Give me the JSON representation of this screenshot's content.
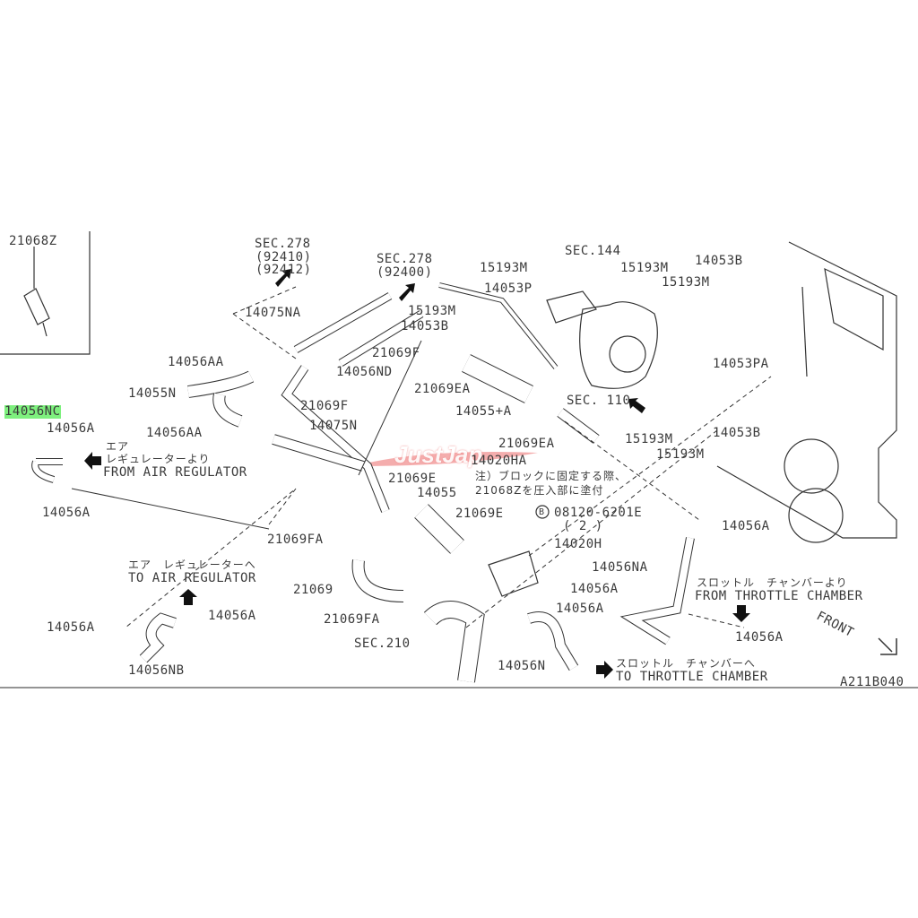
{
  "inset": {
    "part": "21068Z"
  },
  "labels": {
    "sec278a": "SEC.278",
    "sec278a_1": "(92410)",
    "sec278a_2": "(92412)",
    "sec278b": "SEC.278",
    "sec278b_1": "(92400)",
    "sec144": "SEC.144",
    "sec110": "SEC. 110",
    "sec210": "SEC.210",
    "p14075NA": "14075NA",
    "p15193M_1": "15193M",
    "p14053B_1": "14053B",
    "p15193M_2": "15193M",
    "p14053P": "14053P",
    "p15193M_3": "15193M",
    "p14053B_2": "14053B",
    "p15193M_4": "15193M",
    "p14056AA_1": "14056AA",
    "p21069F_1": "21069F",
    "p14056ND": "14056ND",
    "p14055N": "14055N",
    "p21069EA_1": "21069EA",
    "p14053PA": "14053PA",
    "p14056NC": "14056NC",
    "p14056A_1": "14056A",
    "p14075N": "14075N",
    "p14055A": "14055+A",
    "p15193M_5": "15193M",
    "p14053B_3": "14053B",
    "p21069F_2": "21069F",
    "p14056AA_2": "14056AA",
    "p21069EA_2": "21069EA",
    "p15193M_6": "15193M",
    "p14020HA": "14020HA",
    "p21069E_1": "21069E",
    "p14055": "14055",
    "p14056A_2": "14056A",
    "p21069E_2": "21069E",
    "p08120": "08120-6201E",
    "p08120_qty": "( 2 )",
    "bolt_mark": "B",
    "p14056A_3": "14056A",
    "p21069FA_1": "21069FA",
    "p14020H": "14020H",
    "p14056NA": "14056NA",
    "p21069": "21069",
    "p14056A_4": "14056A",
    "p14056A_5": "14056A",
    "p21069FA_2": "21069FA",
    "p14056A_6": "14056A",
    "p14056A_7": "14056A",
    "p14056A_8": "14056A",
    "p14056NB": "14056NB",
    "p14056N": "14056N"
  },
  "notes": {
    "from_air_jp1": "エア",
    "from_air_jp2": "レギュレーターより",
    "from_air_en": "FROM AIR REGULATOR",
    "to_air_jp": "エア　レギュレーターへ",
    "to_air_en": "TO AIR REGULATOR",
    "from_throttle_jp": "スロットル　チャンバーより",
    "from_throttle_en": "FROM THROTTLE CHAMBER",
    "to_throttle_jp": "スロットル　チャンバーへ",
    "to_throttle_en": "TO THROTTLE CHAMBER",
    "caution_jp1": "注）ブロックに固定する際、",
    "caution_jp2": "21068Zを圧入部に塗付",
    "front": "FRONT",
    "diagram_code": "A211B040"
  },
  "watermark": "JustJap",
  "colors": {
    "highlight": "#7ef07e",
    "line": "#333333",
    "watermark": "#e05050"
  }
}
